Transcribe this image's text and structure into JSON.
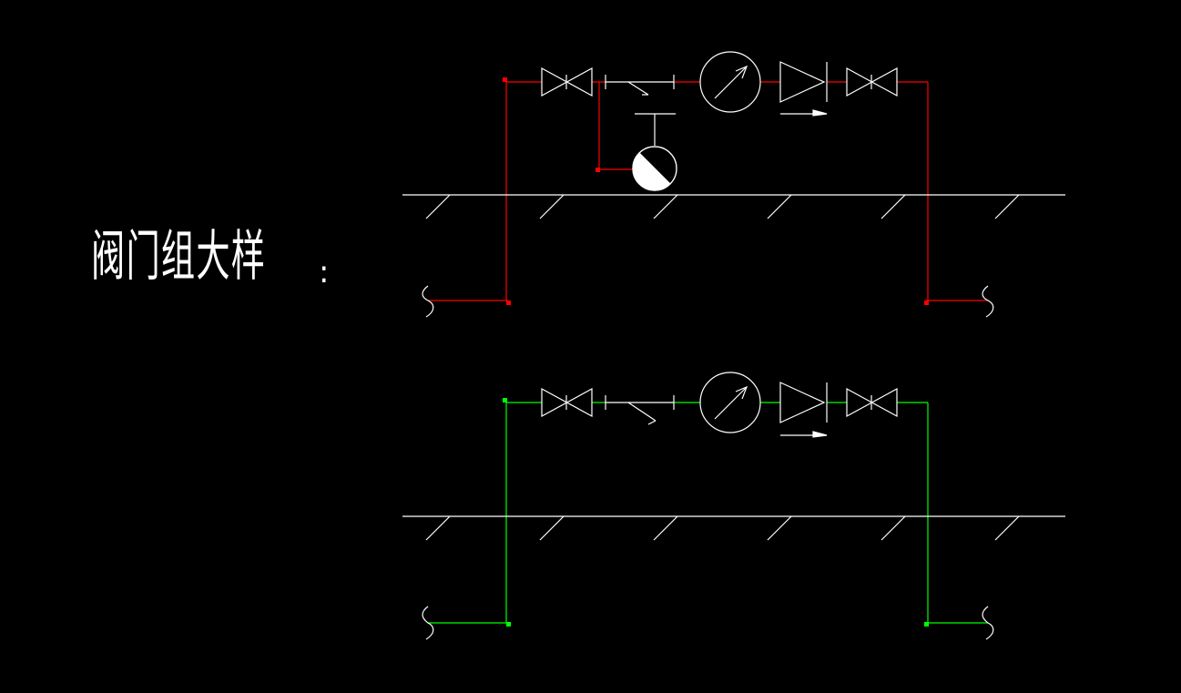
{
  "drawing": {
    "title": "阀门组大样",
    "title_suffix": ":"
  },
  "colors": {
    "background": "#000000",
    "ground": "#ffffff",
    "symbol": "#ffffff",
    "upper_pipe": "#ff0000",
    "lower_pipe": "#00ff00"
  },
  "assemblies": [
    {
      "name": "upper-valve-group",
      "pipe_color": "#ff0000",
      "components": [
        "gate-valve",
        "strainer",
        "water-meter",
        "check-valve",
        "gate-valve"
      ],
      "has_bypass_gauge": true
    },
    {
      "name": "lower-valve-group",
      "pipe_color": "#00ff00",
      "components": [
        "gate-valve",
        "strainer",
        "water-meter",
        "check-valve",
        "gate-valve"
      ],
      "has_bypass_gauge": false
    }
  ]
}
